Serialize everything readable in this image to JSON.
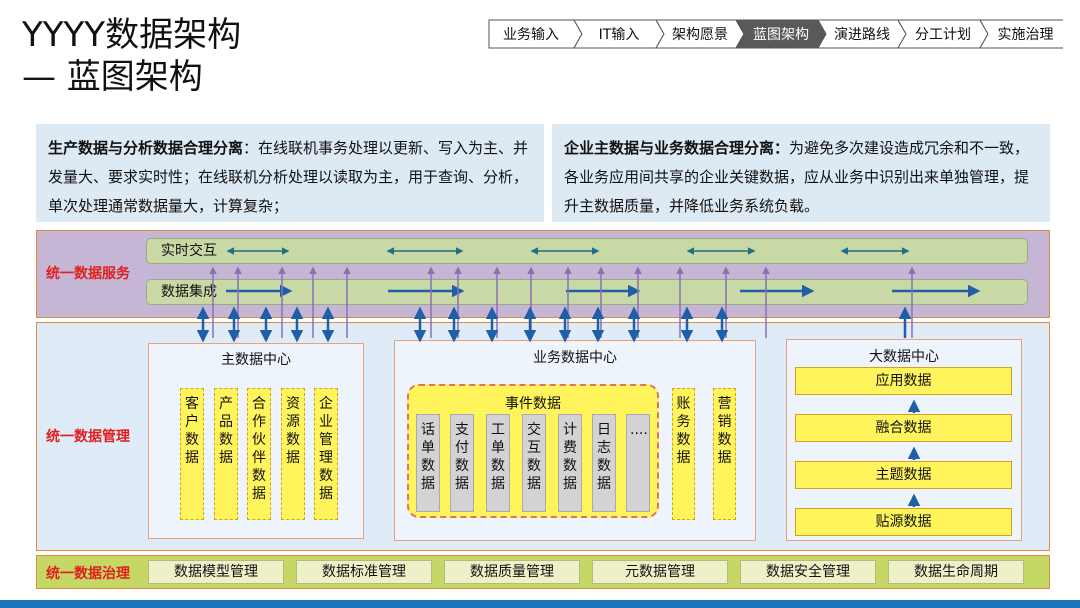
{
  "title": {
    "line1": "YYYY数据架构",
    "line2": "— 蓝图架构"
  },
  "breadcrumb": {
    "items": [
      "业务输入",
      "IT输入",
      "架构愿景",
      "蓝图架构",
      "演进路线",
      "分工计划",
      "实施治理"
    ],
    "active_index": 3
  },
  "desc_left": {
    "bold": "生产数据与分析数据合理分离",
    "text": "：在线联机事务处理以更新、写入为主、并发量大、要求实时性；在线联机分析处理以读取为主，用于查询、分析，单次处理通常数据量大，计算复杂；"
  },
  "desc_right": {
    "bold": "企业主数据与业务数据合理分离：",
    "text": "为避免多次建设造成冗余和不一致，各业务应用间共享的企业关键数据，应从业务中识别出来单独管理，提升主数据质量，并降低业务系统负载。"
  },
  "service": {
    "label": "统一数据服务",
    "realtime": "实时交互",
    "integration": "数据集成"
  },
  "management": {
    "label": "统一数据管理",
    "master": {
      "title": "主数据中心",
      "items": [
        "客户数据",
        "产品数据",
        "合作伙伴数据",
        "资源数据",
        "企业管理数据"
      ]
    },
    "business": {
      "title": "业务数据中心",
      "event_title": "事件数据",
      "event_items": [
        "话单数据",
        "支付数据",
        "工单数据",
        "交互数据",
        "计费数据",
        "日志数据",
        "...."
      ],
      "side_items": [
        "账务数据",
        "营销数据"
      ]
    },
    "bigdata": {
      "title": "大数据中心",
      "items": [
        "应用数据",
        "融合数据",
        "主题数据",
        "贴源数据"
      ]
    }
  },
  "governance": {
    "label": "统一数据治理",
    "items": [
      "数据模型管理",
      "数据标准管理",
      "数据质量管理",
      "元数据管理",
      "数据安全管理",
      "数据生命周期"
    ]
  },
  "colors": {
    "accent_red": "#e02020",
    "arrow_blue": "#1f5fa8",
    "arrow_purple": "#8a70b5",
    "active_crumb": "#595959"
  }
}
